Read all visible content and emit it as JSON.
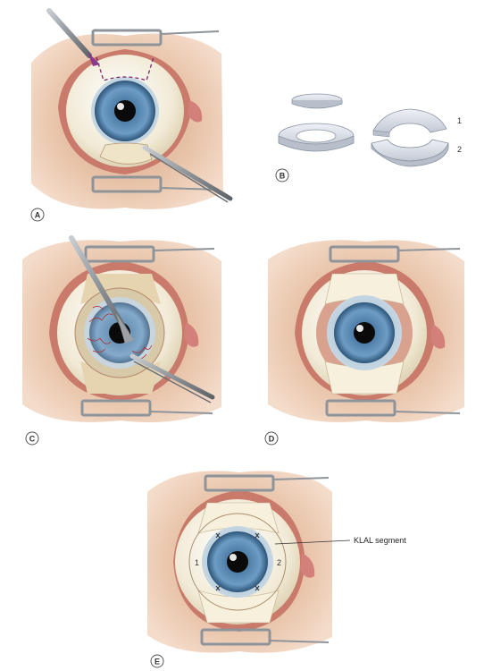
{
  "panels": {
    "a": {
      "label": "A"
    },
    "b": {
      "label": "B",
      "ring_top_number": "1",
      "ring_bottom_number": "2"
    },
    "c": {
      "label": "C"
    },
    "d": {
      "label": "D"
    },
    "e": {
      "label": "E",
      "segment_left_number": "1",
      "segment_right_number": "2",
      "callout": "KLAL segment"
    }
  },
  "colors": {
    "skin": "#e6bfa4",
    "skin_shadow": "#c99a80",
    "lid_margin": "#c97a6a",
    "conjunctiva": "#d99888",
    "sclera": "#f3ecd9",
    "graft": "#f6f0dc",
    "iris": "#4f7ea8",
    "iris_dark": "#2c5478",
    "pupil": "#0a0a0a",
    "speculum": "#9aa0a6",
    "instrument": "#8e949a",
    "ring": "#d8dde6",
    "ring_edge": "#8a93a3",
    "vessel": "#b03030"
  }
}
